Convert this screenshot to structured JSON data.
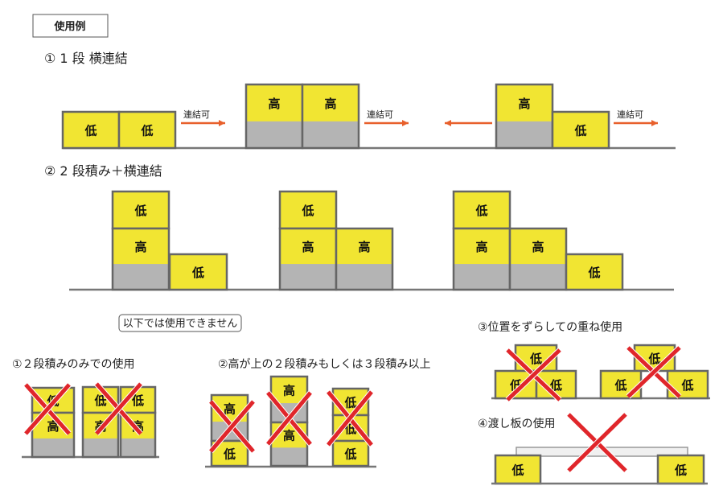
{
  "title": "使用例",
  "sections": {
    "ok1": "① 1 段 横連結",
    "ok2": "② 2 段積み＋横連結",
    "ng_note": "以下では使用できません",
    "ng1": "①２段積みのみでの使用",
    "ng2": "②高が上の２段積みもしくは３段積み以上",
    "ng3": "③位置をずらしての重ね使用",
    "ng4": "④渡し板の使用"
  },
  "arrow_label": "連結可",
  "labels": {
    "low": "低",
    "high": "高"
  },
  "colors": {
    "yellow": "#f1e532",
    "gray": "#b4b4b4",
    "border": "#666666",
    "arrow": "#e8602c",
    "cross": "#e0262b"
  }
}
